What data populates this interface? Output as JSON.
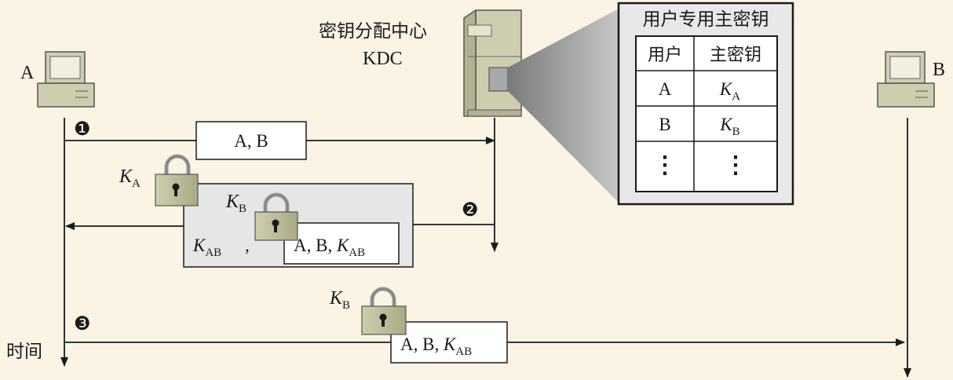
{
  "kdc": {
    "label_line1": "密钥分配中心",
    "label_line2": "KDC"
  },
  "hosts": {
    "a_label": "A",
    "b_label": "B"
  },
  "table": {
    "title": "用户专用主密钥",
    "col_user": "用户",
    "col_key": "主密钥",
    "rows": [
      {
        "user": "A",
        "key_base": "K",
        "key_sub": "A"
      },
      {
        "user": "B",
        "key_base": "K",
        "key_sub": "B"
      },
      {
        "user": "⋮",
        "key_base": "⋮",
        "key_sub": ""
      }
    ]
  },
  "steps": {
    "step1_marker": "❶",
    "step2_marker": "❷",
    "step3_marker": "❸",
    "step1_message": "A, B",
    "step2_lock_outer_base": "K",
    "step2_lock_outer_sub": "A",
    "step2_lock_inner_base": "K",
    "step2_lock_inner_sub": "B",
    "step2_key_base": "K",
    "step2_key_sub": "AB",
    "step2_comma": ",",
    "step2_ticket_prefix": "A, B, ",
    "step2_ticket_key_base": "K",
    "step2_ticket_key_sub": "AB",
    "step3_lock_base": "K",
    "step3_lock_sub": "B",
    "step3_ticket_prefix": "A, B, ",
    "step3_ticket_key_base": "K",
    "step3_ticket_key_sub": "AB"
  },
  "time_label": "时间"
}
